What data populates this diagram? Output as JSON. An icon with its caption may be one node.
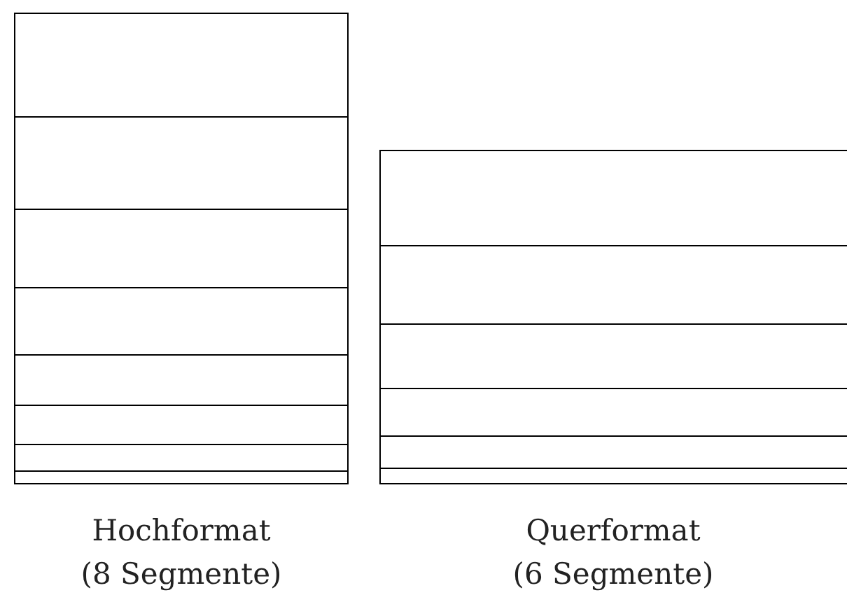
{
  "diagram": {
    "nodes": [
      {
        "text": [
          "Hochformat (8 Segmente)"
        ]
      },
      {
        "text": [],
        "shape": "box",
        "in": 0
      },
      {
        "text": [],
        "shape": "box",
        "in": 0
      },
      {
        "text": [],
        "shape": "box",
        "in": 0
      },
      {
        "text": [],
        "shape": "box",
        "in": 0
      },
      {
        "text": [],
        "shape": "box",
        "in": 0
      },
      {
        "text": [],
        "shape": "box",
        "in": 0
      },
      {
        "text": [],
        "shape": "box",
        "in": 0
      },
      {
        "text": [],
        "shape": "box",
        "in": 0
      },
      {
        "text": [
          "Querformat (6 Segmente)"
        ]
      },
      {
        "text": [],
        "shape": "box",
        "in": 9
      },
      {
        "text": [],
        "shape": "box",
        "in": 9
      },
      {
        "text": [],
        "shape": "box",
        "in": 9
      },
      {
        "text": [],
        "shape": "box",
        "in": 9
      },
      {
        "text": [],
        "shape": "box",
        "in": 9
      },
      {
        "text": [],
        "shape": "box",
        "in": 9
      }
    ]
  }
}
